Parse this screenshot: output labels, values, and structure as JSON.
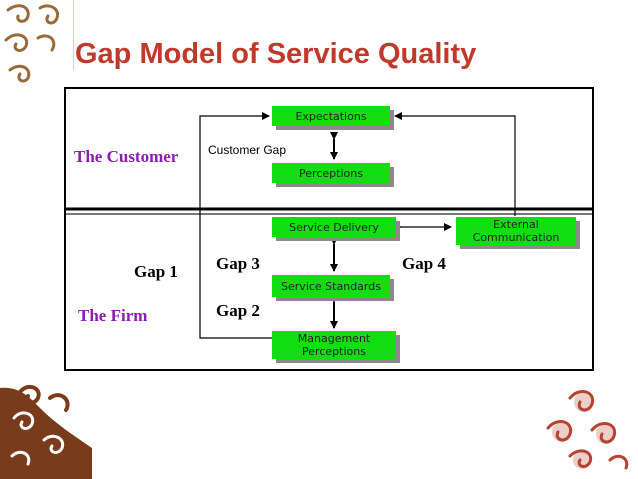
{
  "title": "Gap Model of Service Quality",
  "diagram": {
    "regions": {
      "customer": "The Customer",
      "firm": "The Firm"
    },
    "boxes": {
      "expectations": "Expectations",
      "perceptions": "Perceptions",
      "service_delivery": "Service Delivery",
      "external_communication": "External\nCommunication",
      "service_standards": "Service Standards",
      "management_perceptions": "Management\nPerceptions"
    },
    "gaps": {
      "customer_gap": "Customer Gap",
      "gap1": "Gap 1",
      "gap2": "Gap 2",
      "gap3": "Gap 3",
      "gap4": "Gap 4"
    }
  },
  "colors": {
    "title": "#c0392b",
    "box_fill": "#11dd11",
    "region_label": "#8b1fb0",
    "ornament": "#7a3b1a"
  }
}
